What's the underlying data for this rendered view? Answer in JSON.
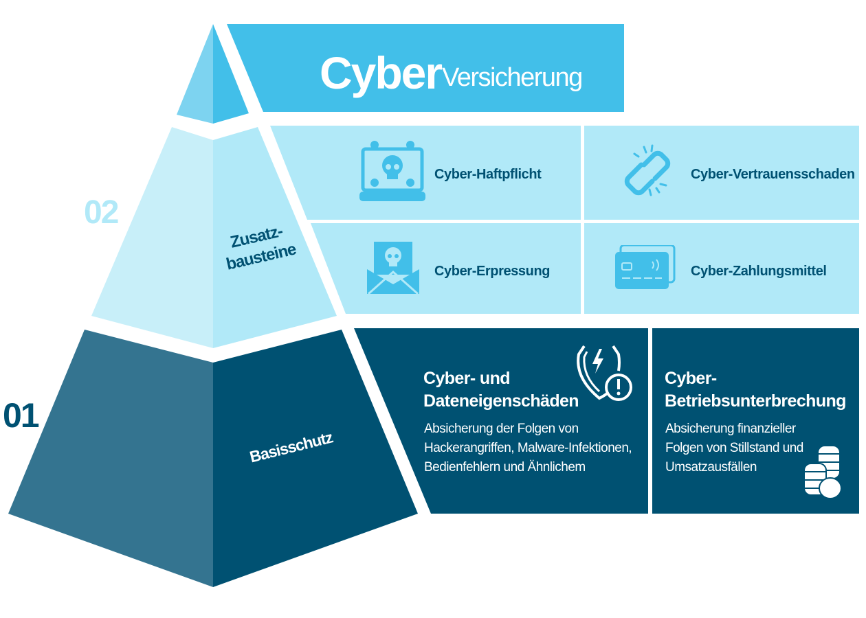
{
  "title": {
    "main": "Cyber",
    "sub": "Versicherung"
  },
  "levels": [
    {
      "number": "02",
      "name": "Zusatz-\nbausteine",
      "name_line1": "Zusatz-",
      "name_line2": "bausteine"
    },
    {
      "number": "01",
      "name": "Basisschutz"
    }
  ],
  "modules": [
    {
      "label": "Cyber-Haftpflicht",
      "icon": "laptop-skull-icon"
    },
    {
      "label": "Cyber-Vertrauensschaden",
      "icon": "broken-chain-icon"
    },
    {
      "label": "Cyber-Erpressung",
      "icon": "envelope-skull-icon"
    },
    {
      "label": "Cyber-Zahlungsmittel",
      "icon": "credit-card-icon"
    }
  ],
  "basics": [
    {
      "title_line1": "Cyber- und",
      "title_line2": "Dateneigenschäden",
      "desc": [
        "Absicherung der Folgen von",
        "Hackerangriffen, Malware-Infektionen,",
        "Bedienfehlern und Ähnlichem"
      ],
      "icon": "shield-warning-icon"
    },
    {
      "title_line1": "Cyber-",
      "title_line2": "Betriebsunterbrechung",
      "desc": [
        "Absicherung finanzieller",
        "Folgen von Stillstand und",
        "Umsatzausfällen"
      ],
      "icon": "coins-icon"
    }
  ],
  "colors": {
    "top": "#42bfe9",
    "top_light": "#7dd3f0",
    "mid": "#b1e9f8",
    "mid_light": "#c8eff9",
    "base": "#005172",
    "base_light": "#347490"
  }
}
